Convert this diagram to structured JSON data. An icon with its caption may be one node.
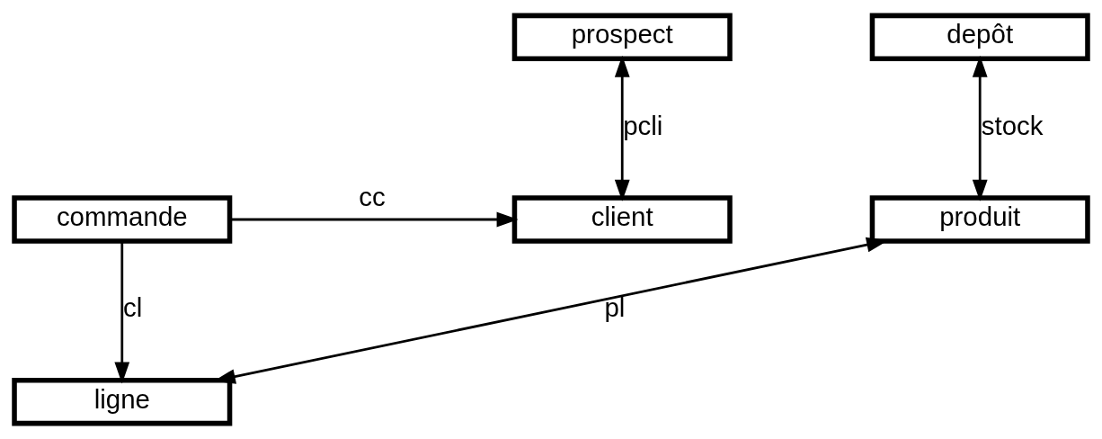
{
  "diagram": {
    "nodes": [
      {
        "text": [
          "prospect"
        ]
      },
      {
        "text": [
          "depôt"
        ]
      },
      {
        "text": [
          "client"
        ]
      },
      {
        "text": [
          "commande"
        ]
      },
      {
        "text": [
          "produit"
        ]
      },
      {
        "text": [
          "ligne"
        ]
      }
    ],
    "edges": [
      {
        "from": 0,
        "to": 2,
        "arrow": "both",
        "label": "pcli"
      },
      {
        "from": 3,
        "to": 2,
        "arrow": "to",
        "label": "cc"
      },
      {
        "from": 3,
        "to": 5,
        "arrow": "to",
        "label": "cl"
      },
      {
        "from": 5,
        "to": 4,
        "arrow": "both",
        "label": "pl"
      },
      {
        "from": 4,
        "to": 1,
        "arrow": "both",
        "label": "stock"
      }
    ]
  }
}
